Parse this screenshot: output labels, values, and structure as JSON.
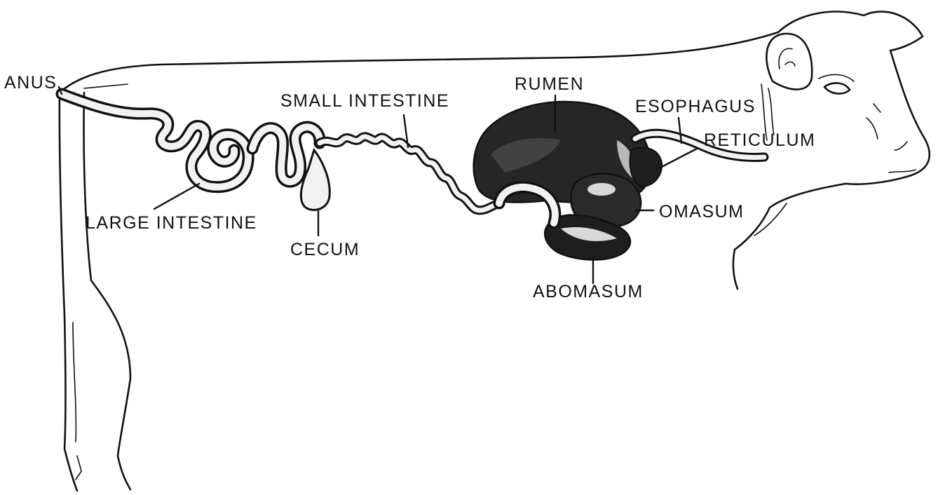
{
  "labels": {
    "anus": "ANUS",
    "small_intestine": "SMALL INTESTINE",
    "rumen": "RUMEN",
    "esophagus": "ESOPHAGUS",
    "reticulum": "RETICULUM",
    "large_intestine": "LARGE INTESTINE",
    "cecum": "CECUM",
    "omasum": "OMASUM",
    "abomasum": "ABOMASUM"
  },
  "colors": {
    "ink": "#111111",
    "stomach_fill": "#222222",
    "gut_fill": "#f2f2f2",
    "background": "#ffffff"
  }
}
